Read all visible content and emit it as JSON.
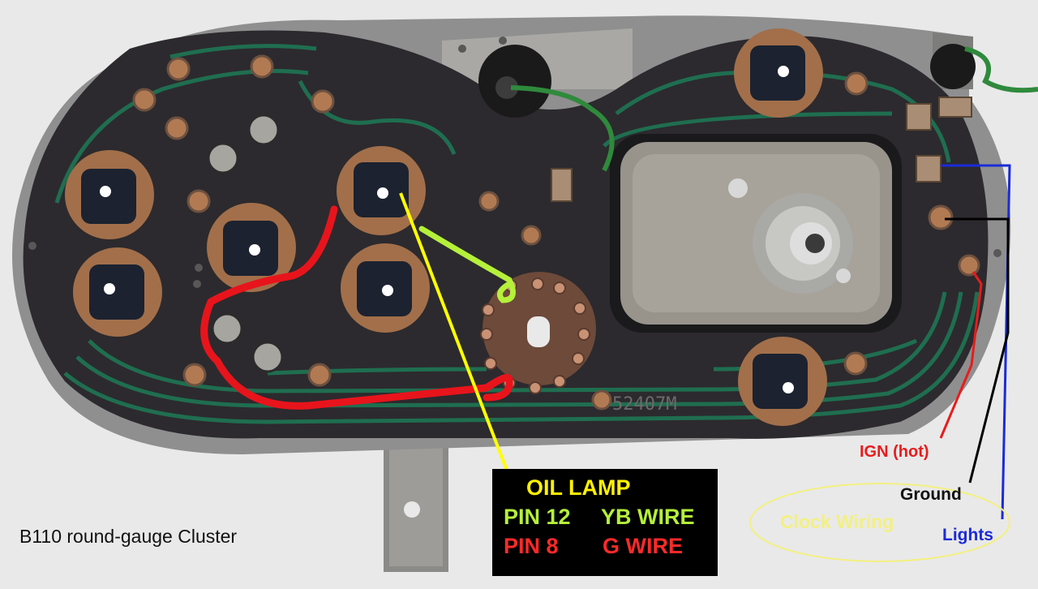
{
  "image": {
    "subject": "instrument-cluster-circuit-board",
    "colors": {
      "background": "#e9e9e9",
      "metal_housing": "#8f8f8f",
      "circuit_board": "#2c2a2e",
      "copper_traces": "#1f6e50",
      "copper_pads": "#b27a52",
      "oil_wire": "#ffff00",
      "yb_wire": "#b5f03a",
      "g_wire": "#e8141c",
      "ign_wire": "#e81c1c",
      "ground_wire": "#000000",
      "lights_wire": "#1b2bd8",
      "clock_ellipse": "#f3f081"
    }
  },
  "caption": {
    "title": "B110 round-gauge Cluster"
  },
  "board": {
    "part_number": "52407M"
  },
  "oil_lamp": {
    "title": "OIL LAMP",
    "pin12": "PIN 12",
    "yb_wire": "YB WIRE",
    "pin8": "PIN 8",
    "g_wire": "G WIRE"
  },
  "clock_wiring": {
    "title": "Clock Wiring",
    "ign": "IGN (hot)",
    "ground": "Ground",
    "lights": "Lights"
  }
}
